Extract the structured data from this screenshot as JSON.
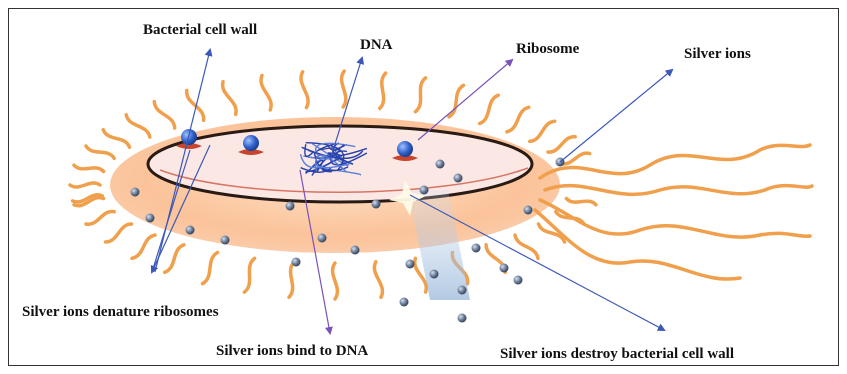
{
  "labels": {
    "bacterial_cell_wall": "Bacterial cell wall",
    "dna": "DNA",
    "ribosome": "Ribosome",
    "silver_ions": "Silver ions",
    "denature_ribosomes": "Silver ions denature ribosomes",
    "bind_dna": "Silver ions bind to DNA",
    "destroy_wall": "Silver ions destroy bacterial cell wall"
  },
  "colors": {
    "body_fill": "#fbc9a2",
    "membrane_fill": "#fbe8e4",
    "membrane_edge": "#2a1a14",
    "flagella": "#f0a04c",
    "ribosome_blue": "#3a63b5",
    "ribosome_red": "#c7452f",
    "dna_blue": "#2742a8",
    "ion_fill": "#5c6f8a",
    "arrow_blue": "#3b58b8",
    "arrow_purple": "#7a52b8"
  }
}
